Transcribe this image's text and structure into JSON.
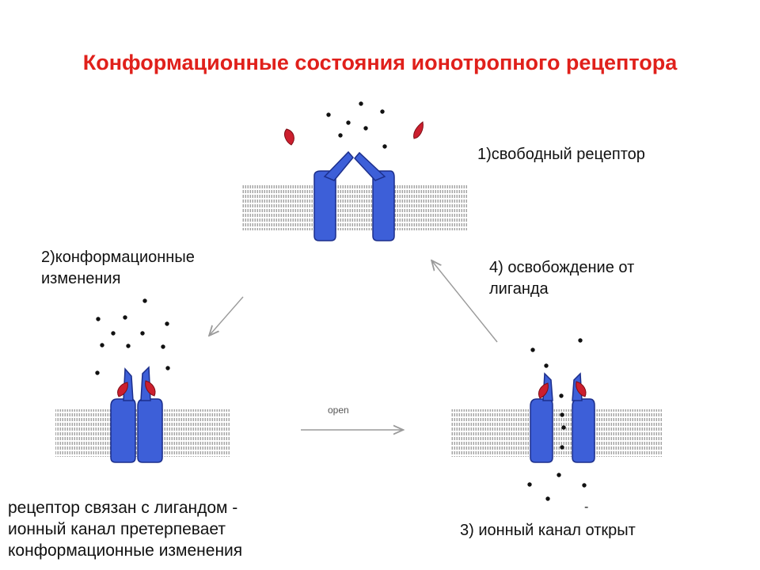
{
  "title": "Конформационные состояния ионотропного рецептора",
  "labels": {
    "state1": "1)свободный рецептор",
    "state2_line1": "2)конформационные",
    "state2_line2": "изменения",
    "state4_line1": "4) освобождение от",
    "state4_line2": "лиганда",
    "bound_line1": "рецептор связан с лигандом -",
    "bound_line2": "ионный канал претерпевает",
    "bound_line3": "конформационные изменения",
    "state3": "3) ионный канал открыт",
    "arrow_open": "open",
    "minus_sign": "-"
  },
  "colors": {
    "title": "#e0201b",
    "receptor": "#3d5fd8",
    "receptor_edge": "#1c2f8c",
    "ligand": "#cc1f2e",
    "membrane": "#8f8f8f",
    "ion": "#111111",
    "arrow": "#9a9a9a"
  },
  "icons": [
    "ion-dot-icon",
    "ligand-icon",
    "receptor-channel-icon",
    "lipid-membrane-icon",
    "arrow-icon"
  ]
}
